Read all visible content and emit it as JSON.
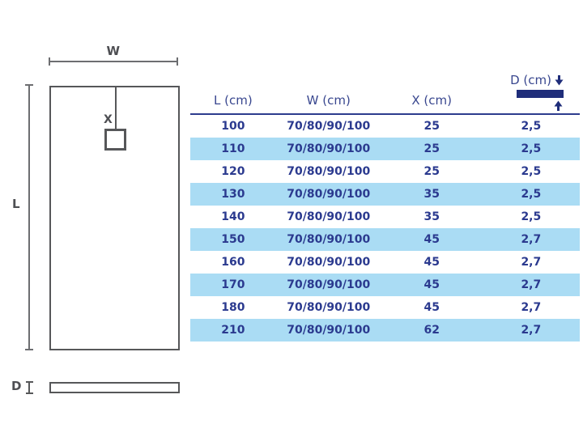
{
  "diagram": {
    "width_label": "W",
    "length_label": "L",
    "drain_label": "X",
    "depth_label": "D"
  },
  "table": {
    "headers": {
      "l": "L (cm)",
      "w": "W (cm)",
      "x": "X (cm)",
      "d": "D (cm)"
    },
    "rows": [
      {
        "l": "100",
        "w": "70/80/90/100",
        "x": "25",
        "d": "2,5"
      },
      {
        "l": "110",
        "w": "70/80/90/100",
        "x": "25",
        "d": "2,5"
      },
      {
        "l": "120",
        "w": "70/80/90/100",
        "x": "25",
        "d": "2,5"
      },
      {
        "l": "130",
        "w": "70/80/90/100",
        "x": "35",
        "d": "2,5"
      },
      {
        "l": "140",
        "w": "70/80/90/100",
        "x": "35",
        "d": "2,5"
      },
      {
        "l": "150",
        "w": "70/80/90/100",
        "x": "45",
        "d": "2,7"
      },
      {
        "l": "160",
        "w": "70/80/90/100",
        "x": "45",
        "d": "2,7"
      },
      {
        "l": "170",
        "w": "70/80/90/100",
        "x": "45",
        "d": "2,7"
      },
      {
        "l": "180",
        "w": "70/80/90/100",
        "x": "45",
        "d": "2,7"
      },
      {
        "l": "210",
        "w": "70/80/90/100",
        "x": "62",
        "d": "2,7"
      }
    ]
  },
  "colors": {
    "navy_text": "#2b3a8f",
    "navy_bar": "#1f2d7a",
    "row_highlight_blue": "#aadcf4",
    "diagram_gray": "#565759",
    "background": "#ffffff"
  }
}
